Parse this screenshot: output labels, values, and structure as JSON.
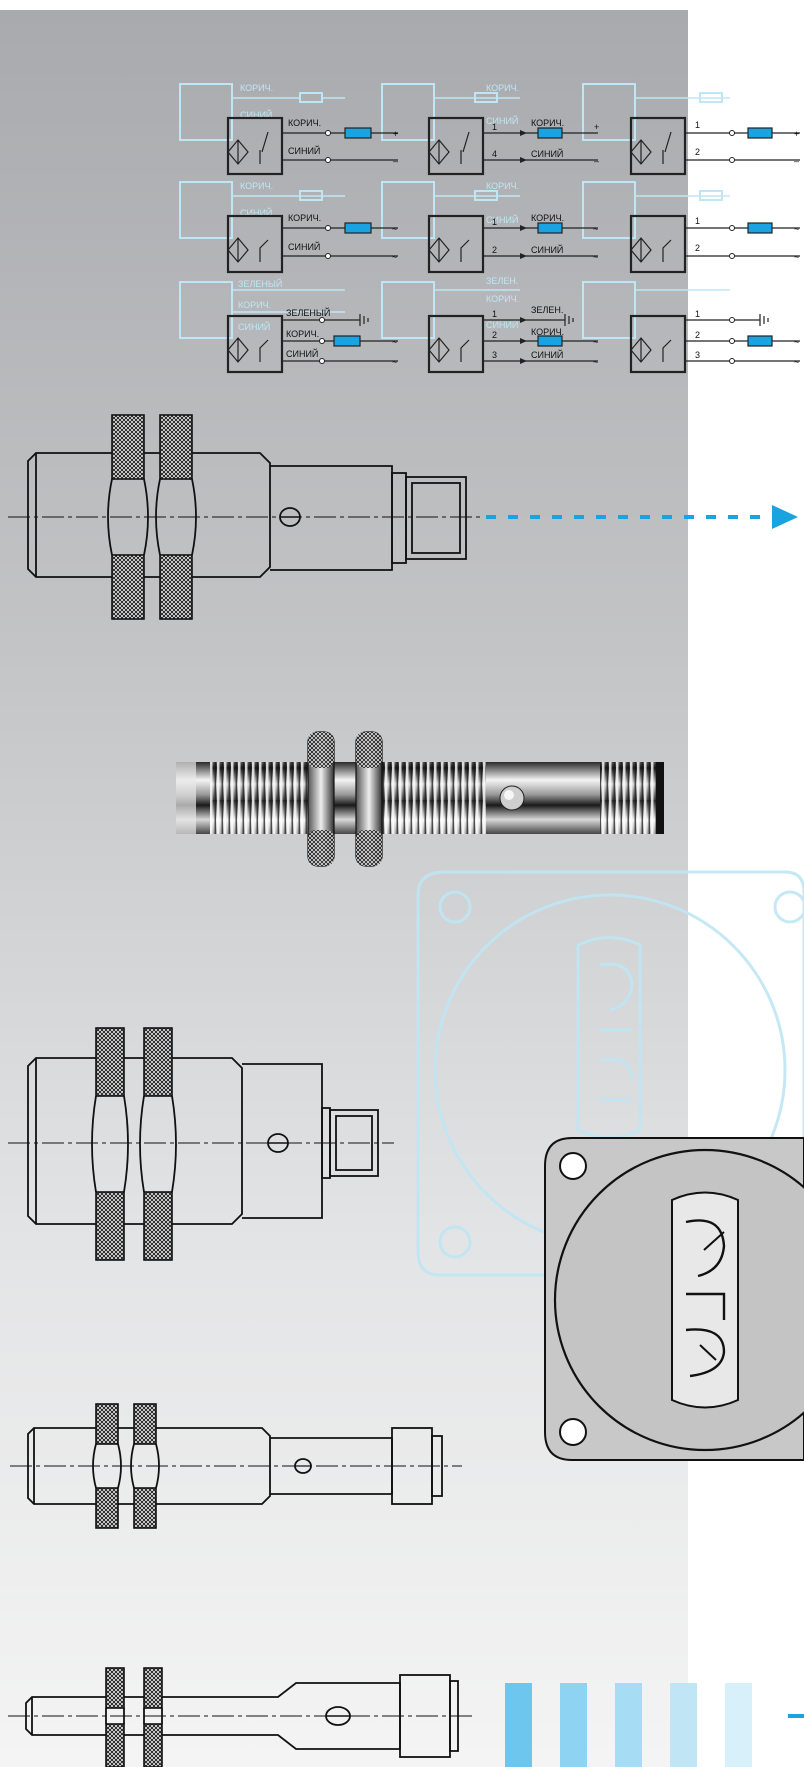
{
  "colors": {
    "panel_top": "#a9aaad",
    "panel_bottom": "#f4f4f4",
    "accent_blue": "#1aa3e0",
    "ghost_blue": "#bfe6f5",
    "wire_dark": "#222222"
  },
  "wiring": {
    "rows": [
      {
        "col1": {
          "label_top": "КОРИЧ.",
          "label_bottom": "СИНИЙ",
          "sign_top": "+",
          "sign_bottom": "–"
        },
        "col2": {
          "num_top": "1",
          "num_bottom": "4",
          "label_top": "КОРИЧ.",
          "label_bottom": "СИНИЙ",
          "sign_top": "+",
          "sign_bottom": "–"
        },
        "col3": {
          "num_top": "1",
          "num_bottom": "2",
          "sign_top": "+",
          "sign_bottom": "–"
        }
      },
      {
        "col1": {
          "label_top": "КОРИЧ.",
          "label_bottom": "СИНИЙ",
          "sign_top": "~",
          "sign_bottom": "~"
        },
        "col2": {
          "num_top": "1",
          "num_bottom": "2",
          "label_top": "КОРИЧ.",
          "label_bottom": "СИНИЙ",
          "sign_top": "~",
          "sign_bottom": "~"
        },
        "col3": {
          "num_top": "1",
          "num_bottom": "2",
          "sign_top": "~",
          "sign_bottom": "~"
        }
      },
      {
        "col1": {
          "label_1": "ЗЕЛЕНЫЙ",
          "label_2": "КОРИЧ.",
          "label_3": "СИНИЙ",
          "sign_2": "~",
          "sign_3": "~"
        },
        "col2": {
          "num_1": "1",
          "num_2": "2",
          "num_3": "3",
          "label_1": "ЗЕЛЕН.",
          "label_2": "КОРИЧ.",
          "label_3": "СИНИЙ",
          "sign_2": "~",
          "sign_3": "~"
        },
        "col3": {
          "num_1": "1",
          "num_2": "2",
          "num_3": "3",
          "sign_2": "~",
          "sign_3": "~"
        }
      }
    ],
    "ghost_labels": {
      "r1": "КОРИЧ.",
      "r1b": "СИНИЙ",
      "r2": "КОРИЧ.",
      "r2b": "СИНИЙ",
      "r3a": "ЗЕЛЕНЫЙ",
      "r3b": "КОРИЧ.",
      "r3c": "СИНИЙ",
      "c2r1": "КОРИЧ.",
      "c2r1b": "СИНИЙ",
      "c2r2": "КОРИЧ.",
      "c2r2b": "СИНИЙ",
      "c2r3a": "ЗЕЛЕН.",
      "c2r3b": "КОРИЧ.",
      "c2r3c": "СИНИЙ"
    }
  },
  "logo": {
    "name": "TEKO logo",
    "icon": "teko-logo-plate"
  },
  "icons": [
    "arrow-right-icon",
    "proximity-sensor-icon",
    "switch-icon"
  ]
}
